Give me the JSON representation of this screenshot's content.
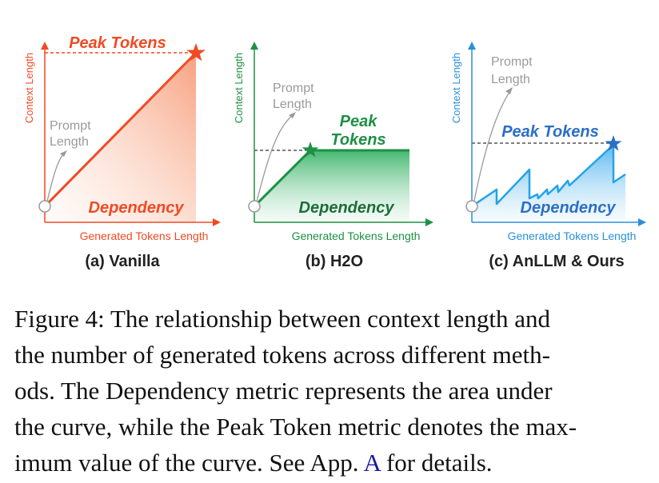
{
  "colors": {
    "vanilla": "#f04a23",
    "h2o": "#1e8f44",
    "ours": "#2b8fd8",
    "prompt_gray": "#9a9a9a",
    "link": "#1a1aa6"
  },
  "panels": [
    {
      "id": "a",
      "label": "(a) Vanilla",
      "y_axis_label": "Context Length",
      "x_axis_label": "Generated Tokens Length",
      "peak_label": "Peak Tokens",
      "prompt_label": [
        "Prompt",
        "Length"
      ],
      "dependency_label": "Dependency",
      "color_key": "vanilla"
    },
    {
      "id": "b",
      "label": "(b) H2O",
      "y_axis_label": "Context Length",
      "x_axis_label": "Generated Tokens Length",
      "peak_label": [
        "Peak",
        "Tokens"
      ],
      "prompt_label": [
        "Prompt",
        "Length"
      ],
      "dependency_label": "Dependency",
      "color_key": "h2o"
    },
    {
      "id": "c",
      "label": "(c) AnLLM & Ours",
      "y_axis_label": "Context Length",
      "x_axis_label": "Generated Tokens Length",
      "peak_label": "Peak Tokens",
      "prompt_label": [
        "Prompt",
        "Length"
      ],
      "dependency_label": "Dependency",
      "color_key": "ours"
    }
  ],
  "caption": {
    "lines": [
      "Figure 4: The relationship between context length and",
      "the number of generated tokens across different meth-",
      "ods. The Dependency metric represents the area under",
      "the curve, while the Peak Token metric denotes the max-"
    ],
    "last_line_before": "imum value of the curve. See App.",
    "link_text": "A",
    "last_line_after": "for details."
  }
}
